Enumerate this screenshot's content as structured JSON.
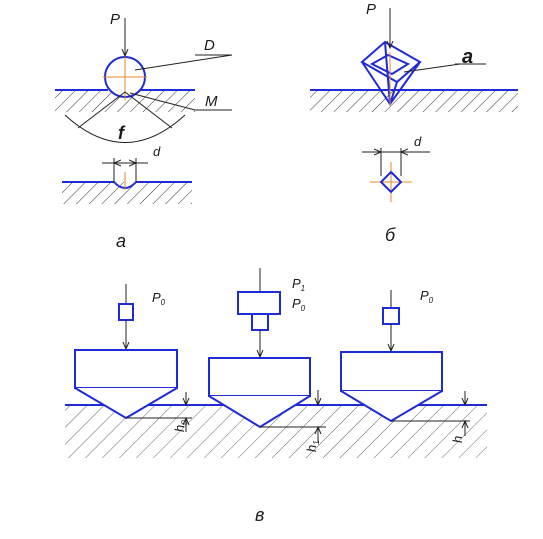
{
  "panel_a": {
    "force_label": "P",
    "diameter_label": "D",
    "point_label": "M",
    "angle_label": "f",
    "imprint_label": "d",
    "caption": "а"
  },
  "panel_b": {
    "force_label": "P",
    "angle_label": "a",
    "imprint_label": "d",
    "caption": "б"
  },
  "panel_c": {
    "stage1": {
      "load": "P",
      "load_sub": "0",
      "depth": "h",
      "depth_sub": "0"
    },
    "stage2": {
      "load1": "P",
      "load1_sub": "1",
      "load0": "P",
      "load0_sub": "0",
      "depth": "h",
      "depth_sub": "1"
    },
    "stage3": {
      "load": "P",
      "load_sub": "0",
      "depth": "h"
    },
    "caption": "в"
  },
  "colors": {
    "line": "#1f2bd6",
    "ink": "#222222",
    "center_mark": "#e08a2a"
  }
}
